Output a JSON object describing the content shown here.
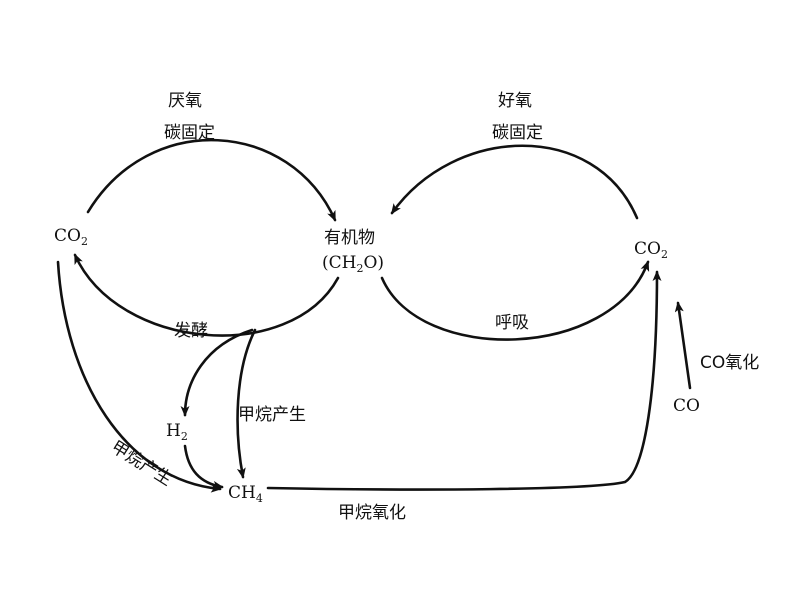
{
  "nodes": {
    "co2_left": {
      "formula": "CO",
      "sub": "2"
    },
    "organic": {
      "name": "有机物",
      "formula_open": "(CH",
      "formula_sub": "2",
      "formula_close": "O)"
    },
    "co2_right": {
      "formula": "CO",
      "sub": "2"
    },
    "h2": {
      "formula": "H",
      "sub": "2"
    },
    "ch4": {
      "formula": "CH",
      "sub": "4"
    },
    "co": {
      "formula": "CO"
    }
  },
  "labels": {
    "anaerobic": "厌氧",
    "anaerobic_fixation": "碳固定",
    "aerobic": "好氧",
    "aerobic_fixation": "碳固定",
    "fermentation": "发酵",
    "respiration": "呼吸",
    "methanogenesis_mid": "甲烷产生",
    "methanogenesis_left": "甲烷产生",
    "methane_oxidation": "甲烷氧化",
    "co_oxidation": "CO氧化"
  },
  "colors": {
    "ink": "#111111",
    "background": "#ffffff"
  }
}
